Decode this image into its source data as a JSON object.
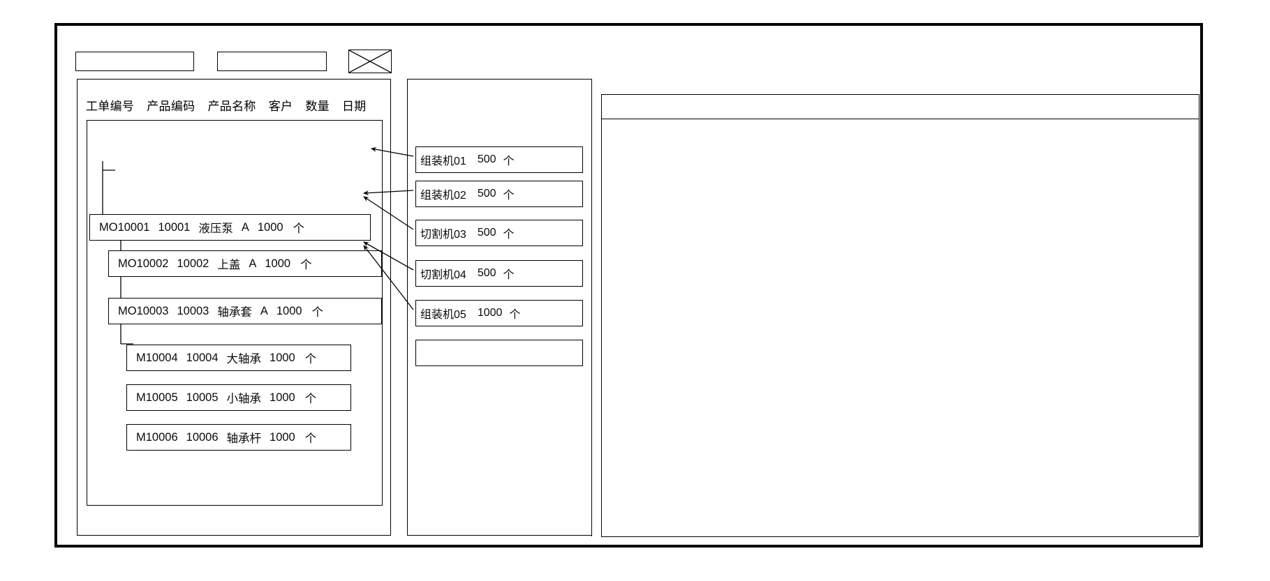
{
  "window": {
    "title": ""
  },
  "toolbar": {
    "field_1_value": "",
    "field_1_placeholder": "",
    "field_2_value": "",
    "field_2_placeholder": "",
    "image_placeholder_name": "image-placeholder-icon"
  },
  "left_panel": {
    "columns": [
      "工单编号",
      "产品编码",
      "产品名称",
      "客户",
      "数量",
      "日期"
    ],
    "rows": [
      {
        "level": 0,
        "order_no": "MO10001",
        "product_code": "10001",
        "product_name": "液压泵",
        "customer": "A",
        "quantity": "1000",
        "unit": "个"
      },
      {
        "level": 1,
        "order_no": "MO10002",
        "product_code": "10002",
        "product_name": "上盖",
        "customer": "A",
        "quantity": "1000",
        "unit": "个"
      },
      {
        "level": 1,
        "order_no": "MO10003",
        "product_code": "10003",
        "product_name": "轴承套",
        "customer": "A",
        "quantity": "1000",
        "unit": "个"
      },
      {
        "level": 2,
        "order_no": "M10004",
        "product_code": "10004",
        "product_name": "大轴承",
        "customer": "",
        "quantity": "1000",
        "unit": "个"
      },
      {
        "level": 2,
        "order_no": "M10005",
        "product_code": "10005",
        "product_name": "小轴承",
        "customer": "",
        "quantity": "1000",
        "unit": "个"
      },
      {
        "level": 2,
        "order_no": "M10006",
        "product_code": "10006",
        "product_name": "轴承杆",
        "customer": "",
        "quantity": "1000",
        "unit": "个"
      }
    ]
  },
  "middle_panel": {
    "rows": [
      {
        "machine": "组装机01",
        "quantity": "500",
        "unit": "个"
      },
      {
        "machine": "组装机02",
        "quantity": "500",
        "unit": "个"
      },
      {
        "machine": "切割机03",
        "quantity": "500",
        "unit": "个"
      },
      {
        "machine": "切割机04",
        "quantity": "500",
        "unit": "个"
      },
      {
        "machine": "组装机05",
        "quantity": "1000",
        "unit": "个"
      },
      {
        "machine": "",
        "quantity": "",
        "unit": ""
      }
    ]
  },
  "right_panel": {
    "header_text": "",
    "body_text": ""
  },
  "colors": {
    "border": "#000000",
    "text": "#0a0a0a",
    "background": "#ffffff"
  }
}
